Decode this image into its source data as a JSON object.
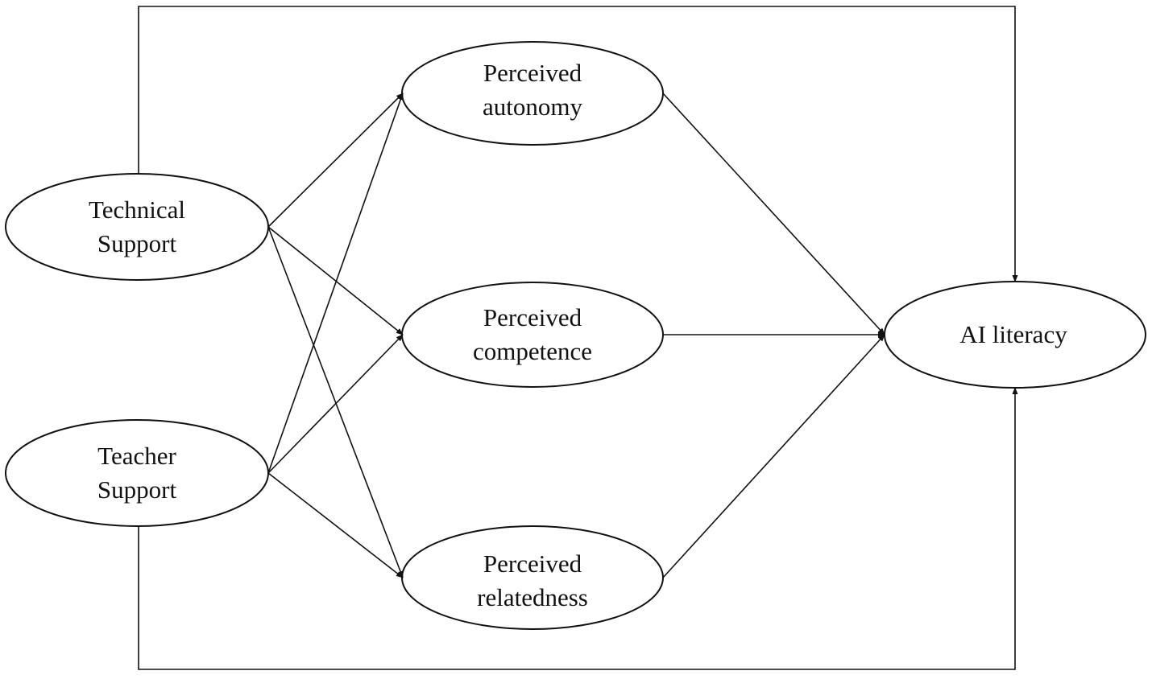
{
  "nodes": {
    "technical_support": {
      "line1": "Technical",
      "line2": "Support"
    },
    "teacher_support": {
      "line1": "Teacher",
      "line2": "Support"
    },
    "perceived_autonomy": {
      "line1": "Perceived",
      "line2": "autonomy"
    },
    "perceived_competence": {
      "line1": "Perceived",
      "line2": "competence"
    },
    "perceived_relatedness": {
      "line1": "Perceived",
      "line2": "relatedness"
    },
    "ai_literacy": {
      "line1": "AI literacy"
    }
  },
  "edges": [
    {
      "from": "technical_support",
      "to": "perceived_autonomy"
    },
    {
      "from": "technical_support",
      "to": "perceived_competence"
    },
    {
      "from": "technical_support",
      "to": "perceived_relatedness"
    },
    {
      "from": "teacher_support",
      "to": "perceived_autonomy"
    },
    {
      "from": "teacher_support",
      "to": "perceived_competence"
    },
    {
      "from": "teacher_support",
      "to": "perceived_relatedness"
    },
    {
      "from": "perceived_autonomy",
      "to": "ai_literacy"
    },
    {
      "from": "perceived_competence",
      "to": "ai_literacy"
    },
    {
      "from": "perceived_relatedness",
      "to": "ai_literacy"
    },
    {
      "from": "technical_support",
      "to": "ai_literacy"
    },
    {
      "from": "teacher_support",
      "to": "ai_literacy"
    }
  ],
  "colors": {
    "stroke": "#111111",
    "text": "#111111",
    "background": "#ffffff"
  }
}
